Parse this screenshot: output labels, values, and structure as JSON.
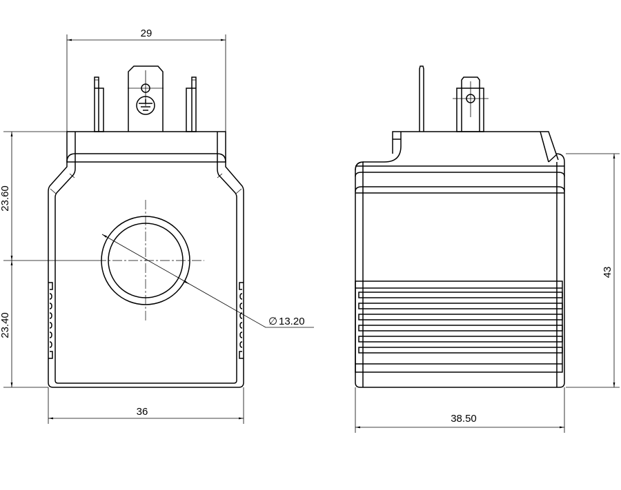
{
  "drawing": {
    "front_view": {
      "dimensions": {
        "top_width": "29",
        "upper_height": "23.60",
        "lower_height": "23.40",
        "body_width": "36",
        "bore_diameter": "13.20",
        "diameter_symbol": "∅"
      }
    },
    "side_view": {
      "dimensions": {
        "height": "43",
        "body_length": "38.50"
      }
    }
  }
}
